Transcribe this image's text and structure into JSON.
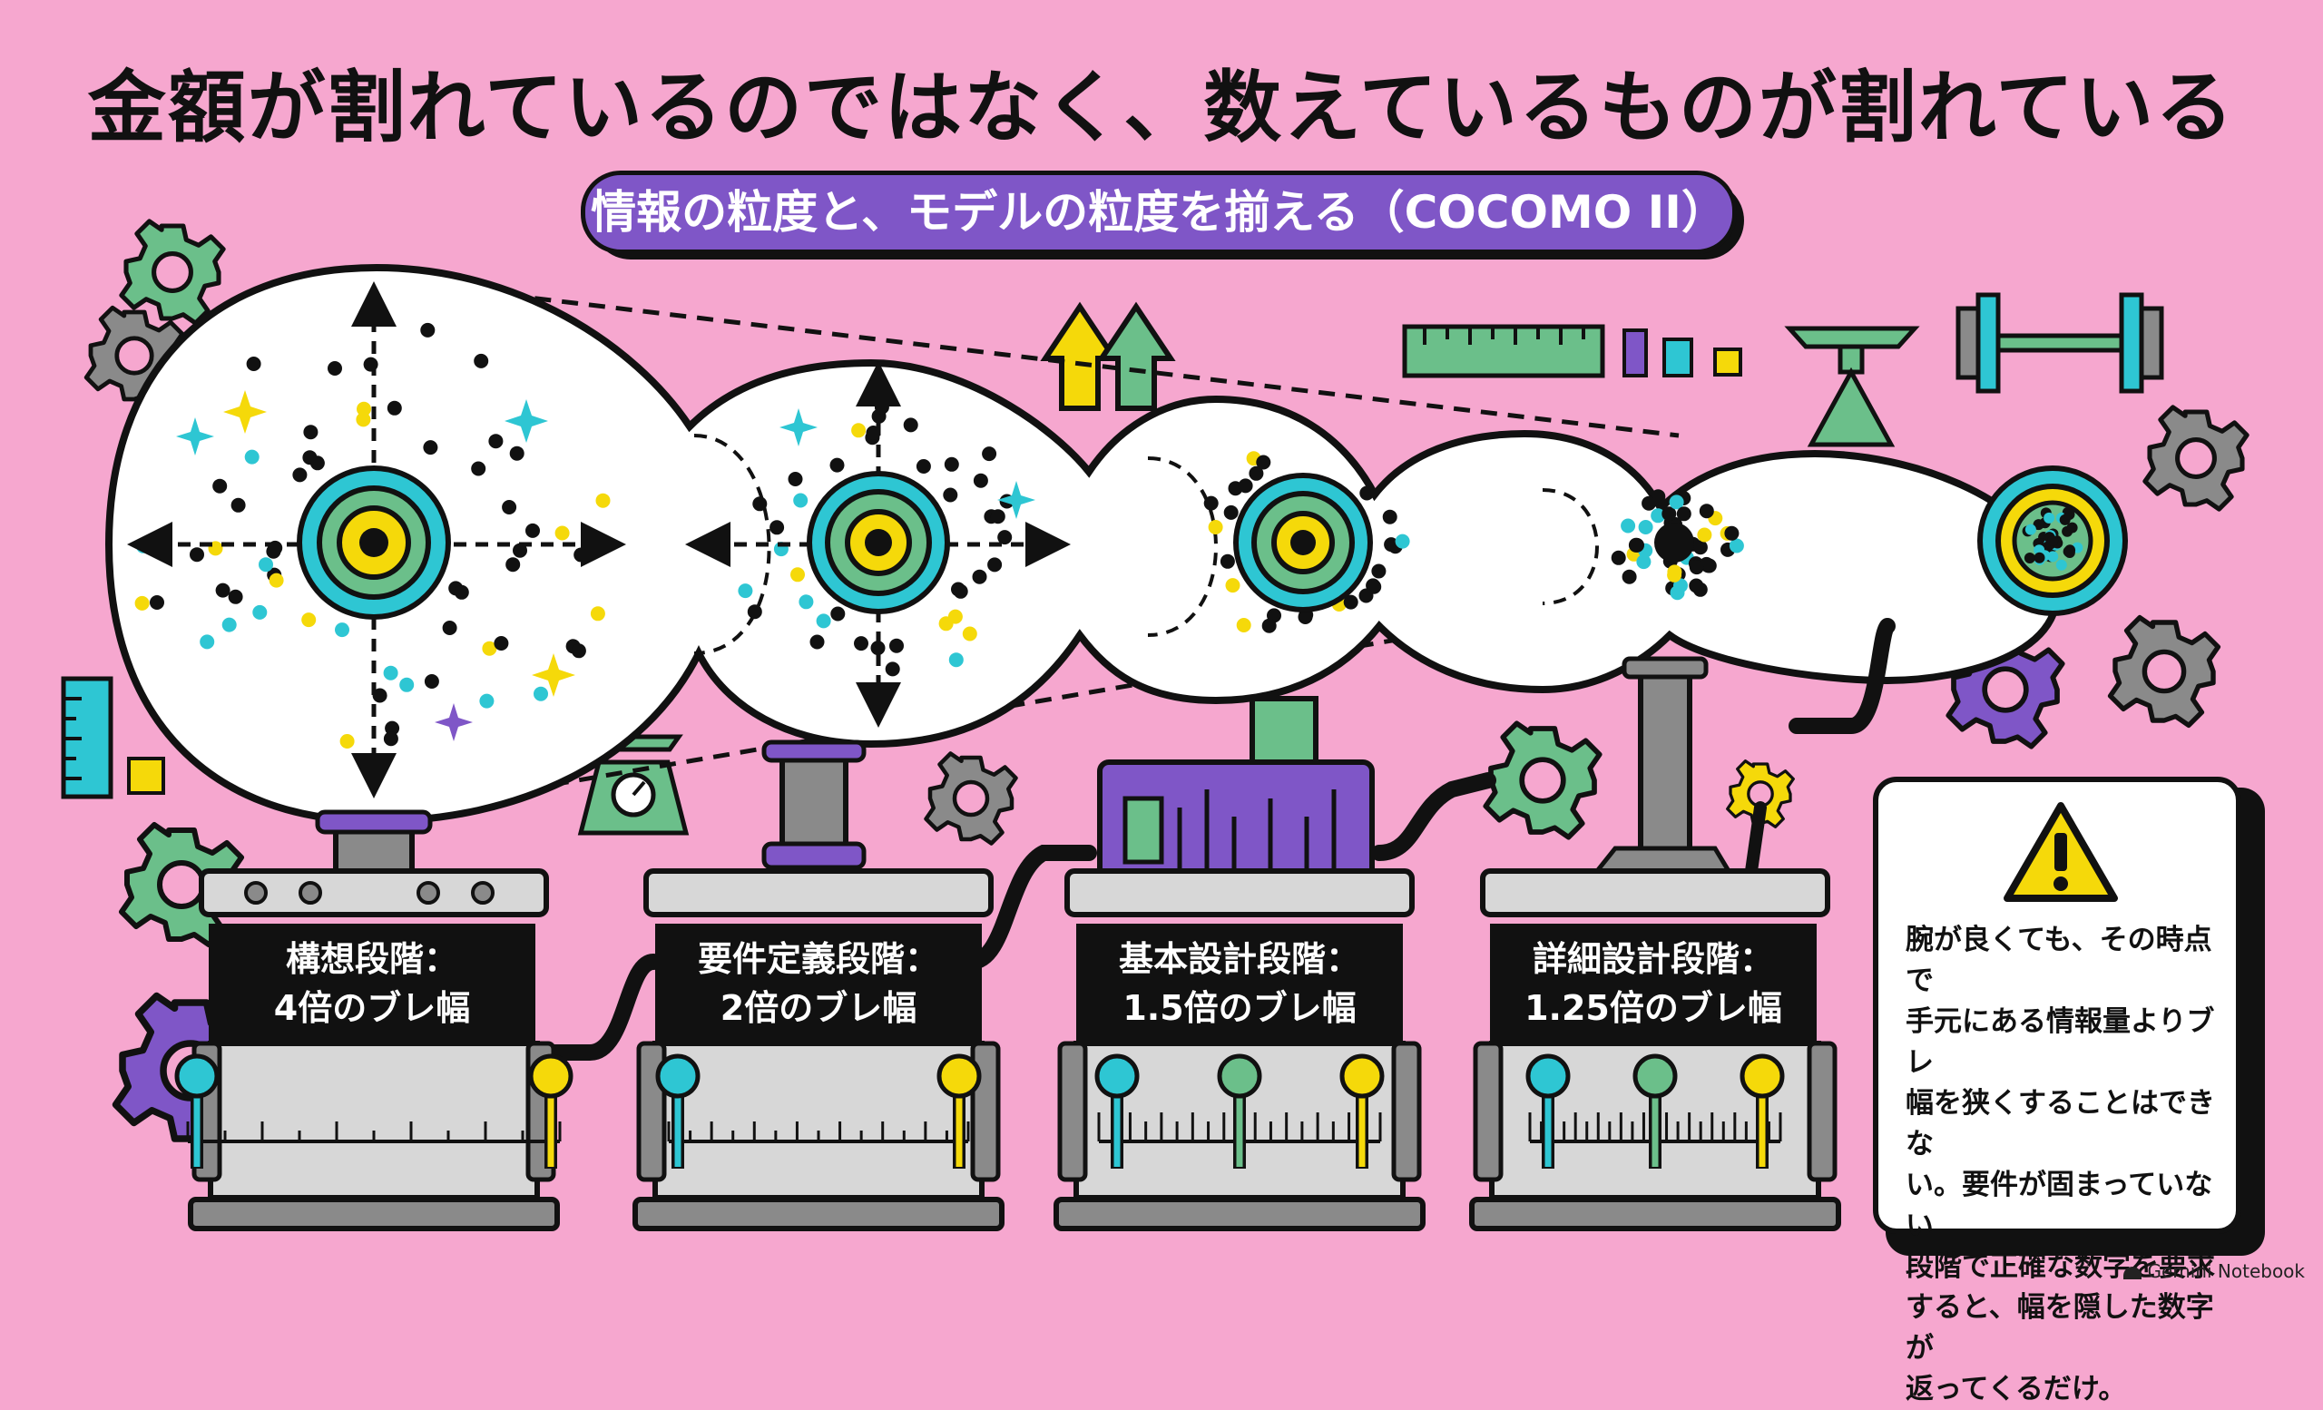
{
  "title": "金額が割れているのではなく、数えているものが割れている",
  "subtitle": "情報の粒度と、モデルの粒度を揃える（COCOMO II）",
  "stages": [
    {
      "line1": "構想段階：",
      "line2": "4倍のブレ幅"
    },
    {
      "line1": "要件定義段階：",
      "line2": "2倍のブレ幅"
    },
    {
      "line1": "基本設計段階：",
      "line2": "1.5倍のブレ幅"
    },
    {
      "line1": "詳細設計段階：",
      "line2": "1.25倍のブレ幅"
    }
  ],
  "note": {
    "icon": "warning-icon",
    "text": "腕が良くても、その時点で\n手元にある情報量よりブレ\n幅を狭くすることはできな\nい。要件が固まっていない\n段階で正確な数字を要求\nすると、幅を隠した数字が\n返ってくるだけ。"
  },
  "credit": "Gemini Notebook",
  "colors": {
    "background": "#f6a7cf",
    "purple": "#7f56c7",
    "teal": "#2ec6d3",
    "green": "#6bbf8a",
    "yellow": "#f5d90a",
    "gray": "#8a8a8a",
    "ink": "#111111"
  }
}
